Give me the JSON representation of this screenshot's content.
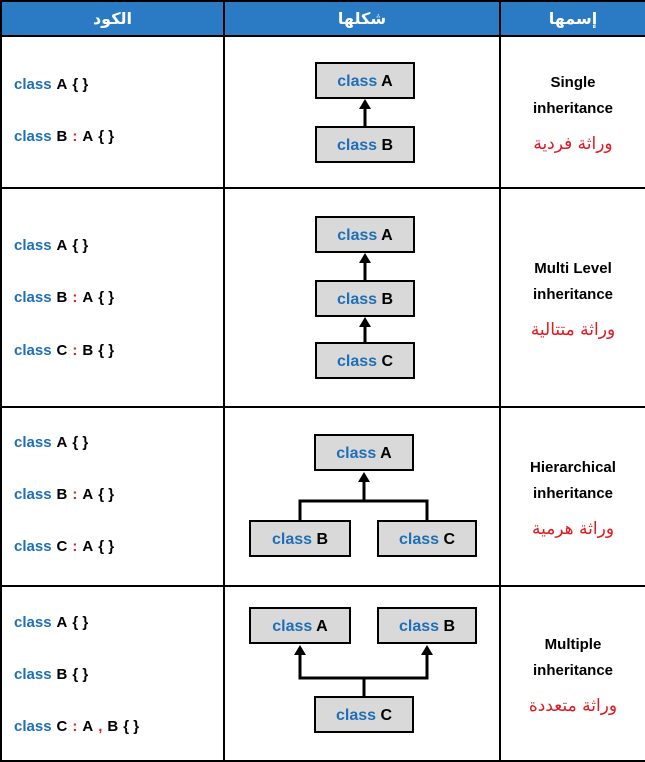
{
  "headers": {
    "code": "الكود",
    "shape": "شكلها",
    "name": "إسمها"
  },
  "colors": {
    "header_bg": "#2b7bc4",
    "keyword": "#1f6fb7",
    "punct": "#e0191f",
    "arabic": "#e0191f",
    "box_fill": "#d9d9d9"
  },
  "rows": [
    {
      "name_en_1": "Single",
      "name_en_2": "inheritance",
      "name_ar": "وراثة فردية",
      "code": [
        {
          "kw": "class",
          "name": "A",
          "sep": "",
          "parent": "",
          "body": "{ }"
        },
        {
          "kw": "class",
          "name": "B",
          "sep": ":",
          "parent": "A",
          "body": "{ }"
        }
      ],
      "boxes": {
        "a": "class",
        "a_name": "A",
        "b": "class",
        "b_name": "B"
      }
    },
    {
      "name_en_1": "Multi Level",
      "name_en_2": "inheritance",
      "name_ar": "وراثة متتالية",
      "code": [
        {
          "kw": "class",
          "name": "A",
          "sep": "",
          "parent": "",
          "body": "{ }"
        },
        {
          "kw": "class",
          "name": "B",
          "sep": ":",
          "parent": "A",
          "body": "{ }"
        },
        {
          "kw": "class",
          "name": "C",
          "sep": ":",
          "parent": "B",
          "body": "{ }"
        }
      ],
      "boxes": {
        "a": "class",
        "a_name": "A",
        "b": "class",
        "b_name": "B",
        "c": "class",
        "c_name": "C"
      }
    },
    {
      "name_en_1": "Hierarchical",
      "name_en_2": "inheritance",
      "name_ar": "وراثة هرمية",
      "code": [
        {
          "kw": "class",
          "name": "A",
          "sep": "",
          "parent": "",
          "body": "{ }"
        },
        {
          "kw": "class",
          "name": "B",
          "sep": ":",
          "parent": "A",
          "body": "{ }"
        },
        {
          "kw": "class",
          "name": "C",
          "sep": ":",
          "parent": "A",
          "body": "{ }"
        }
      ],
      "boxes": {
        "a": "class",
        "a_name": "A",
        "b": "class",
        "b_name": "B",
        "c": "class",
        "c_name": "C"
      }
    },
    {
      "name_en_1": "Multiple",
      "name_en_2": "inheritance",
      "name_ar": "وراثة متعددة",
      "code": [
        {
          "kw": "class",
          "name": "A",
          "sep": "",
          "parent": "",
          "body": "{ }"
        },
        {
          "kw": "class",
          "name": "B",
          "sep": "",
          "parent": "",
          "body": "{ }"
        },
        {
          "kw": "class",
          "name": "C",
          "sep": ":",
          "parent": "A",
          "sep2": ",",
          "parent2": "B",
          "body": "{ }"
        }
      ],
      "boxes": {
        "a": "class",
        "a_name": "A",
        "b": "class",
        "b_name": "B",
        "c": "class",
        "c_name": "C"
      }
    }
  ]
}
